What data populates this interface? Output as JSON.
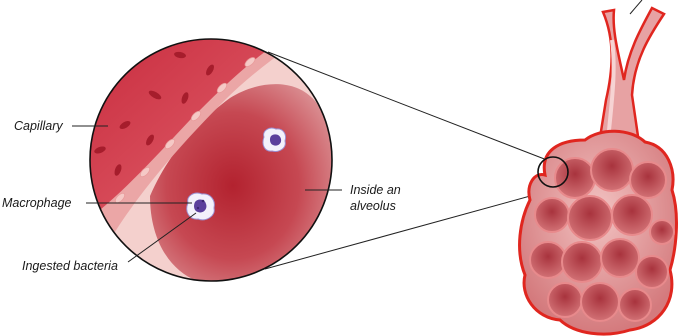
{
  "labels": {
    "capillary": "Capillary",
    "macrophage": "Macrophage",
    "ingested_bacteria": "Ingested bacteria",
    "alveolus_line1": "Inside an",
    "alveolus_line2": "alveolus"
  },
  "colors": {
    "capillary_red": "#d33a4b",
    "alveolus_fill": "#c0454f",
    "outline_red": "#e0261f",
    "cell_purple": "#5b3f9c",
    "background": "#ffffff"
  }
}
